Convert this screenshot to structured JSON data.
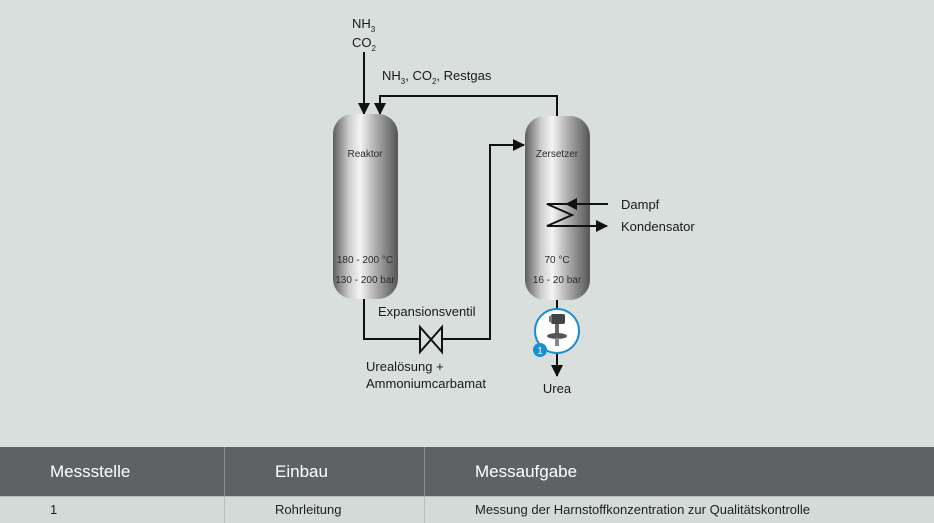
{
  "diagram": {
    "feed_label": {
      "base1": "NH",
      "sub1": "3",
      "base2": "CO",
      "sub2": "2"
    },
    "recycle_label": {
      "nh": "NH",
      "sub3": "3",
      "co": ", CO",
      "sub2": "2",
      "rest": ", Restgas"
    },
    "reactor": {
      "name": "Reaktor",
      "temperature": "180 - 200 °C",
      "pressure": "130 - 200 bar"
    },
    "decomposer": {
      "name": "Zersetzer",
      "temperature": "70 °C",
      "pressure": "16 - 20 bar"
    },
    "valve_label": "Expansionsventil",
    "solution_label": {
      "line1": "Urealösung +",
      "line2": "Ammoniumcarbamat"
    },
    "steam_label": "Dampf",
    "condenser_label": "Kondensator",
    "product_label": "Urea",
    "measuring_point_badge": "1"
  },
  "table": {
    "headers": [
      "Messstelle",
      "Einbau",
      "Messaufgabe"
    ],
    "rows": [
      [
        "1",
        "Rohrleitung",
        "Messung der Harnstoffkonzentration zur Qualitätskontrolle"
      ]
    ]
  },
  "colors": {
    "background": "#d9dfdc",
    "header_bg": "#5f6265",
    "accent_blue": "#1a8fd1"
  }
}
